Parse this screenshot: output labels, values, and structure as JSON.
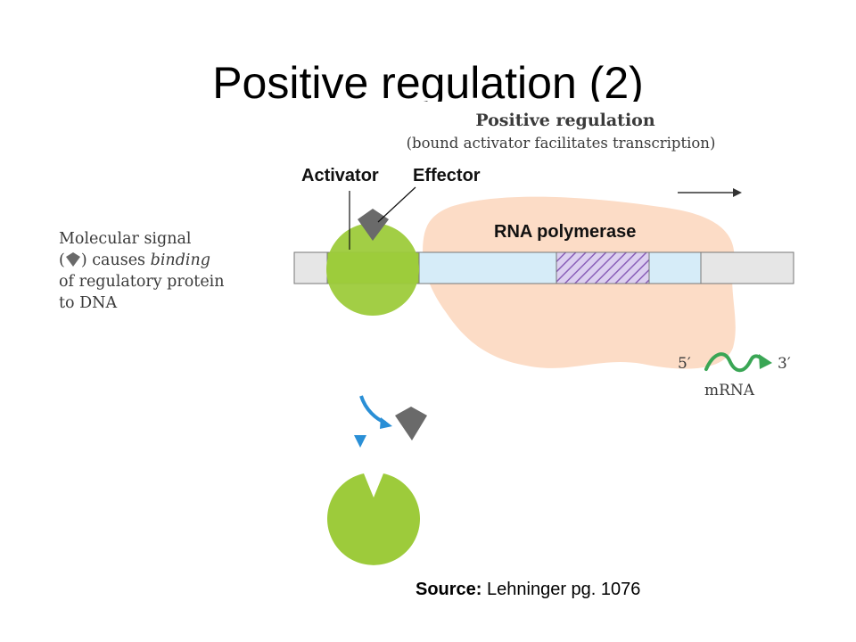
{
  "slide": {
    "title": "Positive regulation (2)"
  },
  "figure": {
    "title": "Positive regulation",
    "subtitle": "(bound activator facilitates transcription)",
    "side_note": {
      "line1": "Molecular signal",
      "open_paren": "(",
      "close_paren": ") causes",
      "binding": "binding",
      "line3": "of regulatory protein",
      "line4": "to DNA"
    },
    "labels": {
      "activator": "Activator",
      "effector": "Effector",
      "rna_polymerase": "RNA polymerase"
    },
    "mrna": {
      "five_prime": "5′",
      "three_prime": "3′",
      "label": "mRNA"
    }
  },
  "source": {
    "prefix": "Source:",
    "text": "Lehninger pg. 1076"
  },
  "colors": {
    "activator": "#9dcb3b",
    "effector": "#6a6a6a",
    "polymerase": "#fcdcc6",
    "dna": "#e6e6e6",
    "promoter": "#d6ecf8",
    "hatch": "#8a5fb8",
    "mrna_arrow": "#3aa655",
    "down_arrow": "#2a8fd6"
  }
}
